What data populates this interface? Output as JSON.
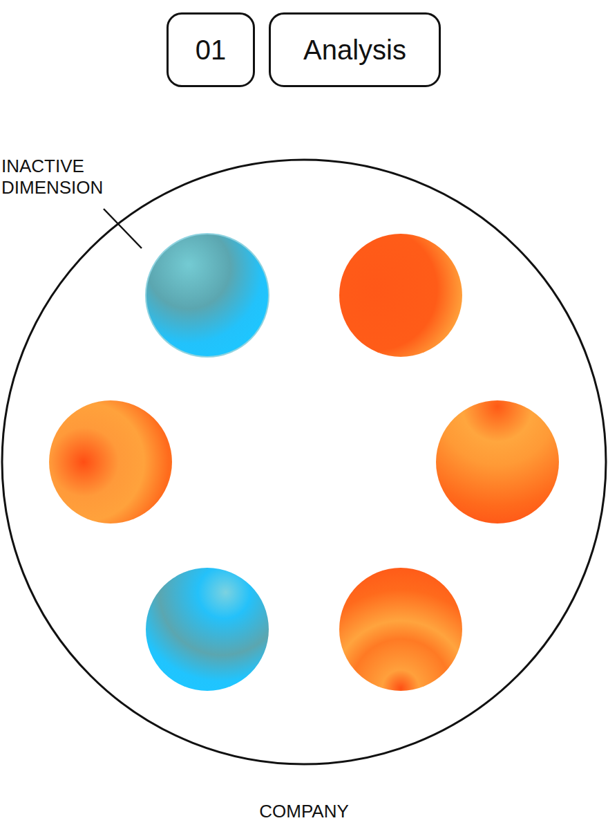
{
  "diagram": {
    "nodes": [
      {
        "text": [
          "01"
        ]
      },
      {
        "text": [
          "Analysis"
        ]
      },
      {
        "text": [
          "COMPANY"
        ]
      }
    ],
    "labels": [
      "INACTIVE DIMENSION"
    ]
  }
}
